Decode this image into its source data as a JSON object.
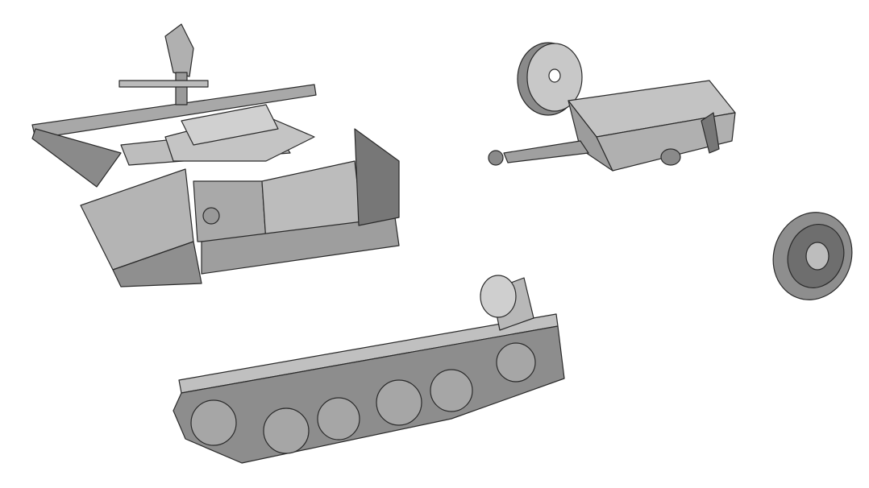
{
  "scene": {
    "background": "#ffffff",
    "colors": {
      "light": "#c9c9c9",
      "mid": "#a8a8a8",
      "dark": "#7d7d7d",
      "shadow": "#5a5a5a",
      "outline": "#2a2a2a"
    },
    "parts": [
      {
        "name": "tank-hull"
      },
      {
        "name": "trailer"
      },
      {
        "name": "spare-wheel"
      },
      {
        "name": "road-wheel"
      },
      {
        "name": "track-assembly"
      }
    ]
  }
}
